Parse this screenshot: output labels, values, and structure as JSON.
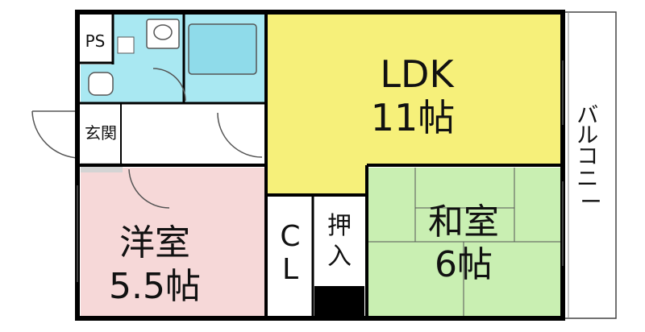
{
  "rooms": {
    "ldk": {
      "name": "LDK",
      "size": "11帖"
    },
    "western": {
      "name": "洋室",
      "size": "5.5帖"
    },
    "japanese": {
      "name": "和室",
      "size": "6帖"
    },
    "closet": {
      "name": "CL"
    },
    "oshiire": {
      "name": "押入"
    },
    "entrance": {
      "name": "玄関"
    },
    "ps": {
      "name": "PS"
    },
    "balcony": {
      "name": "バルコニー"
    }
  },
  "colors": {
    "ldk": "#f6f07a",
    "western": "#f6d8d8",
    "japanese": "#c9efb2",
    "wet": "#a9e8f2",
    "entrance_floor": "#d4d4d4",
    "wall": "#000000",
    "balcony": "#ffffff"
  }
}
